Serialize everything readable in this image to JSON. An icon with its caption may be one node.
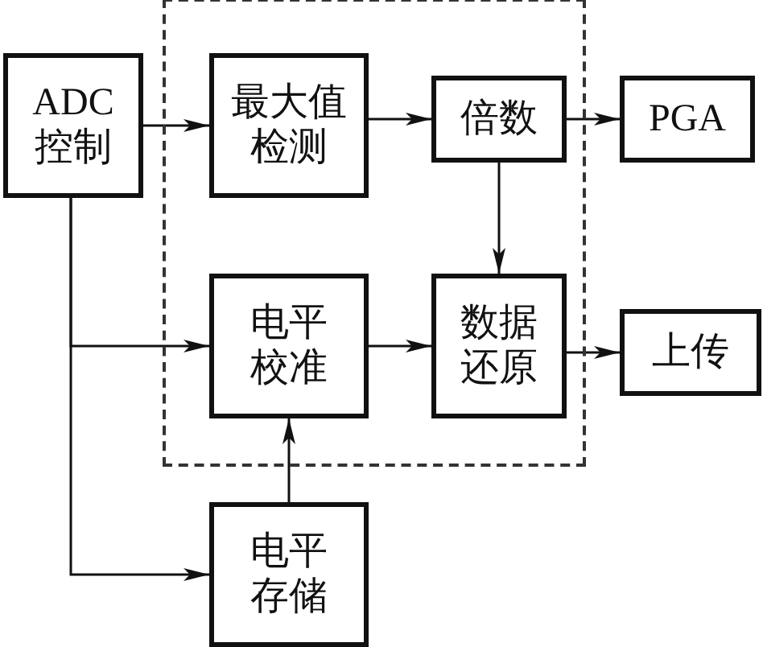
{
  "diagram": {
    "nodes": [
      {
        "text": [
          "ADC 控制"
        ]
      },
      {
        "text": [],
        "shape": "box"
      },
      {
        "text": [
          "最大值检测"
        ],
        "in": 1
      },
      {
        "text": [
          "倍数"
        ],
        "in": 1
      },
      {
        "text": [
          "PGA"
        ]
      },
      {
        "text": [
          "电平校准"
        ],
        "in": 1
      },
      {
        "text": [
          "数据还原"
        ],
        "in": 1
      },
      {
        "text": [
          "上传"
        ]
      },
      {
        "text": [
          "电平存储"
        ]
      }
    ],
    "edges": [
      {
        "from": 0,
        "to": 2,
        "arrow": "to"
      },
      {
        "from": 2,
        "to": 3,
        "arrow": "to"
      },
      {
        "from": 3,
        "to": 4,
        "arrow": "to"
      },
      {
        "from": 3,
        "to": 6,
        "arrow": "to"
      },
      {
        "from": 0,
        "to": 5,
        "arrow": "to"
      },
      {
        "from": 0,
        "to": 8,
        "arrow": "to"
      },
      {
        "from": 5,
        "to": 6,
        "arrow": "to"
      },
      {
        "from": 6,
        "to": 7,
        "arrow": "to"
      },
      {
        "from": 8,
        "to": 5,
        "arrow": "to"
      }
    ]
  }
}
